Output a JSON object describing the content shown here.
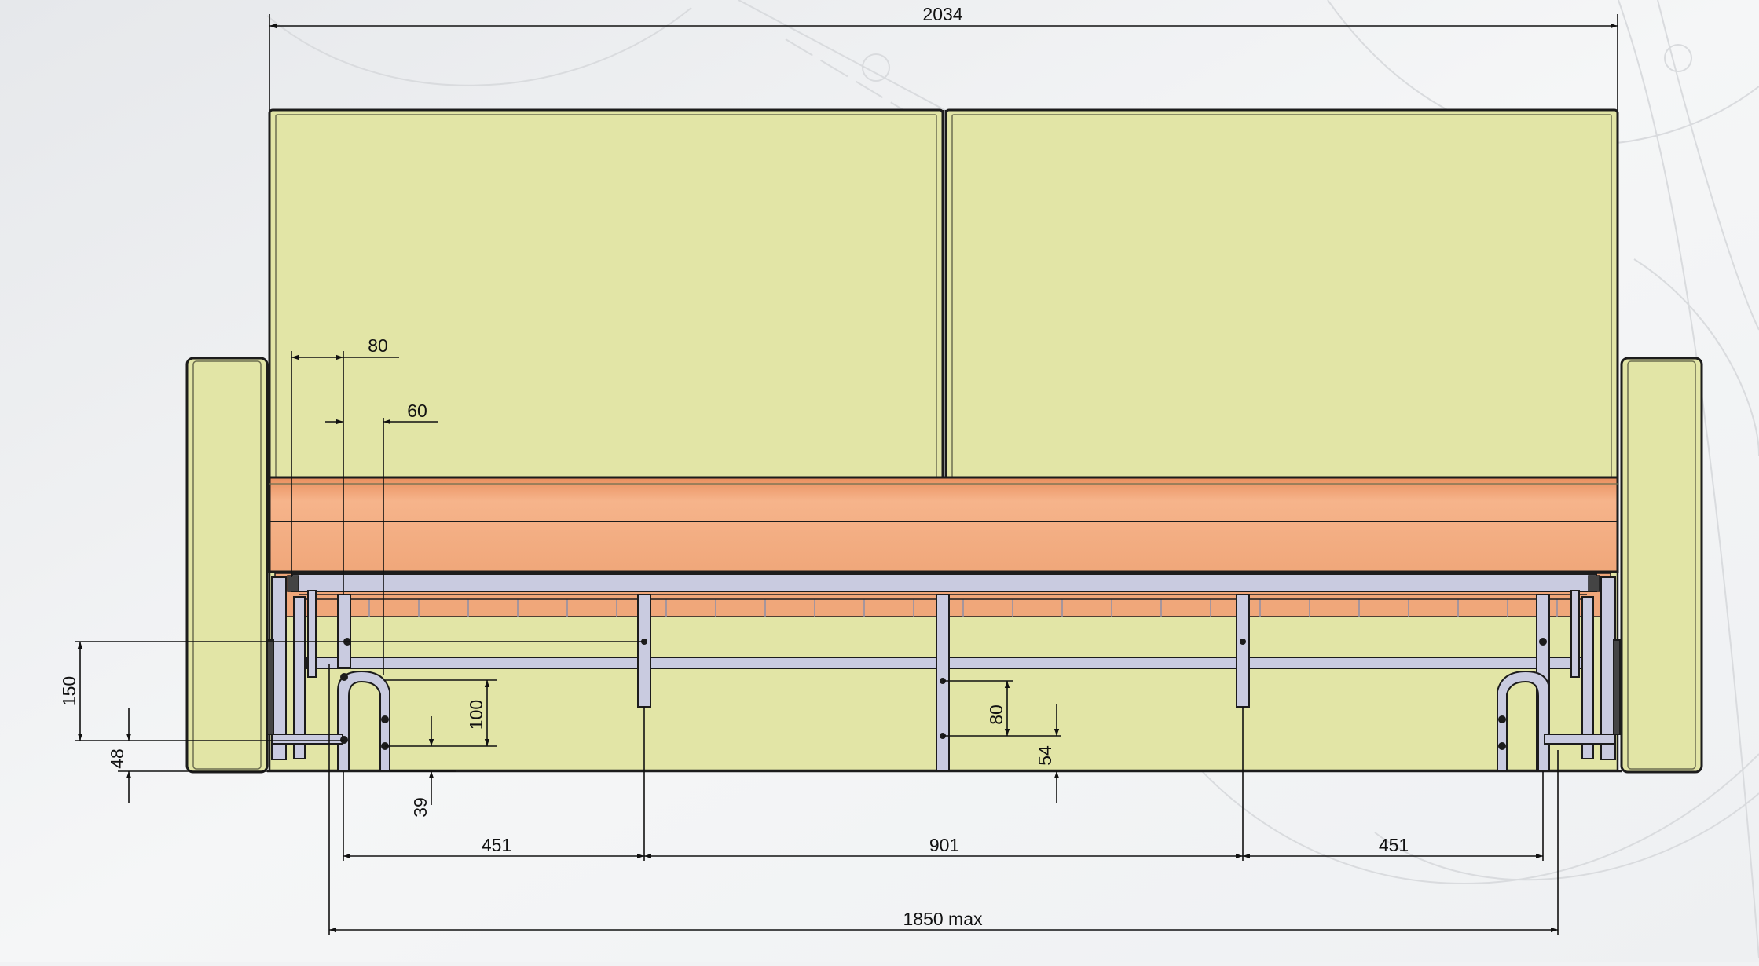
{
  "dimensions": {
    "overall_width": "2034",
    "offset_80_top": "80",
    "offset_60": "60",
    "height_150": "150",
    "height_48": "48",
    "height_100": "100",
    "height_39": "39",
    "height_80_center": "80",
    "height_54": "54",
    "span_left": "451",
    "span_center": "901",
    "span_right": "451",
    "max_length": "1850 max"
  },
  "colors": {
    "cushion_fill": "#e2e5a6",
    "seat_fill": "#f2a87c",
    "frame_fill": "#c9cbe0",
    "outline": "#1c1c1c",
    "background": "#f1f2f4"
  }
}
